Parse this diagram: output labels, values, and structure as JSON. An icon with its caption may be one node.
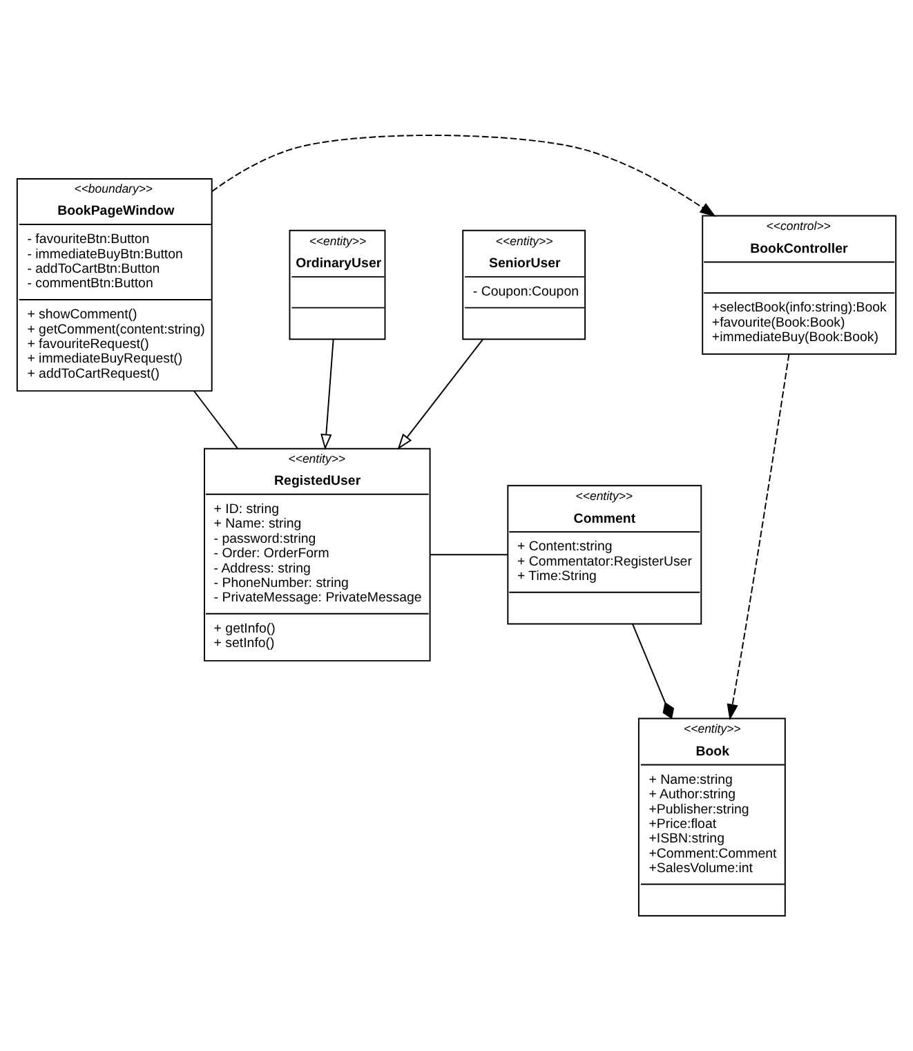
{
  "diagram": {
    "nodes": [
      {
        "text": [
          "<<boundary>>",
          "BookPageWindow",
          "- favouriteBtn:Button",
          "- immediateBuyBtn:Button",
          "- addToCartBtn:Button",
          "- commentBtn:Button",
          "+ showComment()",
          "+ getComment(content:string)",
          "+ favouriteRequest()",
          "+ immediateBuyRequest()",
          "+ addToCartRequest()"
        ]
      },
      {
        "text": [
          "<<control>>",
          "BookController",
          "+selectBook(info:string):Book",
          "+favourite(Book:Book)",
          "+immediateBuy(Book:Book)"
        ]
      },
      {
        "text": [
          "<<entity>>",
          "Book",
          "+ Name:string",
          "+ Author:string",
          "+Publisher:string",
          "+Price:float",
          "+ISBN:string",
          "+Comment:Comment",
          "+SalesVolume:int"
        ]
      },
      {
        "text": [
          "<<entity>>",
          "RegistedUser",
          "+ ID: string",
          "+ Name: string",
          "- password:string",
          "- Order: OrderForm",
          "- Address: string",
          "- PhoneNumber: string",
          "- PrivateMessage: PrivateMessage",
          "+ getInfo()",
          "+ setInfo()"
        ]
      },
      {
        "text": [
          "<<entity>>",
          "Comment",
          "+ Content:string",
          "+ Commentator:RegisterUser",
          "+ Time:String"
        ]
      },
      {
        "text": [
          "<<entity>>",
          "OrdinaryUser"
        ]
      },
      {
        "text": [
          "<<entity>>",
          "SeniorUser",
          "- Coupon:Coupon"
        ]
      }
    ],
    "edges": [
      {
        "from": 0,
        "to": 1,
        "arrow": "to",
        "style": "dashed"
      },
      {
        "from": 1,
        "to": 2,
        "arrow": "to",
        "style": "dashed"
      },
      {
        "from": 0,
        "to": 3,
        "arrow": "none"
      },
      {
        "from": 4,
        "to": 2,
        "arrow": "other"
      },
      {
        "from": 3,
        "to": 4,
        "arrow": "none"
      },
      {
        "from": 5,
        "to": 3,
        "arrow": "to"
      },
      {
        "from": 6,
        "to": 3,
        "arrow": "to"
      }
    ]
  }
}
